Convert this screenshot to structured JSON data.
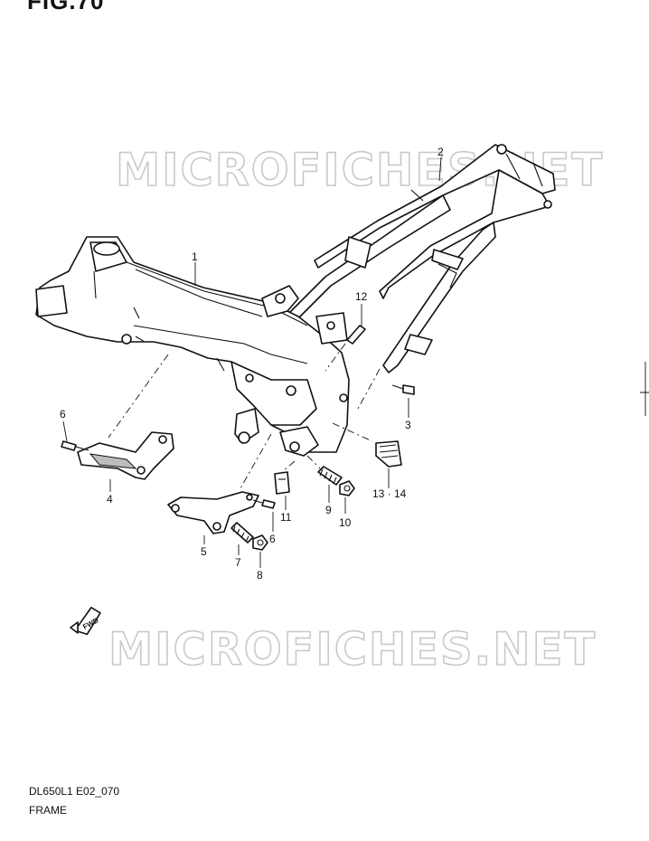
{
  "figure_title": "FIG.70",
  "watermark": "MICROFICHES.NET",
  "fwd_marker": "FWD",
  "diagram_code": "DL650L1 E02_070",
  "diagram_name": "FRAME",
  "callouts": {
    "c1": "1",
    "c2": "2",
    "c3": "3",
    "c4": "4",
    "c5": "5",
    "c6a": "6",
    "c6b": "6",
    "c7": "7",
    "c8": "8",
    "c9": "9",
    "c10": "10",
    "c11": "11",
    "c12": "12",
    "c13_14": "13 · 14"
  }
}
